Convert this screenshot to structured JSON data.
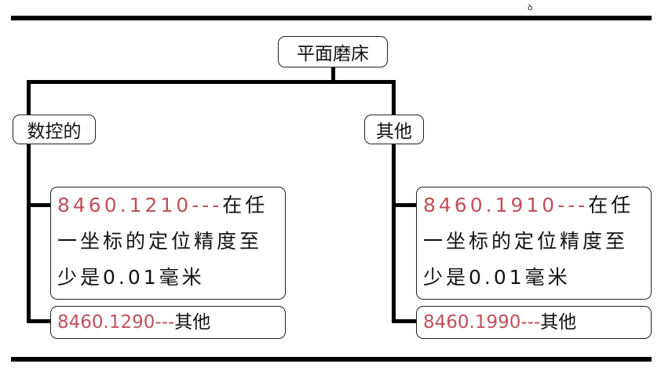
{
  "top_mark": "ꝺ",
  "root": {
    "label": "平面磨床"
  },
  "branches": [
    {
      "label": "数控的",
      "items": [
        {
          "code": "8460.1210---",
          "text": "在任一坐标的定位精度至少是0.01毫米"
        },
        {
          "code": "8460.1290---",
          "text": "其他"
        }
      ]
    },
    {
      "label": "其他",
      "items": [
        {
          "code": "8460.1910---",
          "text": "在任一坐标的定位精度至少是0.01毫米"
        },
        {
          "code": "8460.1990---",
          "text": "其他"
        }
      ]
    }
  ],
  "colors": {
    "code": "#c0505a",
    "text": "#111111",
    "lines": "#000000"
  }
}
